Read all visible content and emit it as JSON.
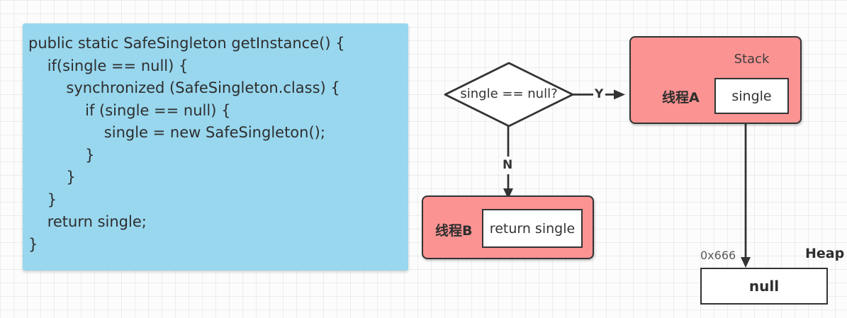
{
  "colors": {
    "grid_line": "rgba(0,0,0,0.06)",
    "code_panel_bg": "#98D7EE",
    "thread_box_bg": "#FC9393",
    "stroke_dark": "#333333",
    "white_box_bg": "#FFFFFF",
    "address_text": "#5A5A5A"
  },
  "code_panel": {
    "lines": [
      "public static SafeSingleton getInstance() {",
      "    if(single == null) {",
      "        synchronized (SafeSingleton.class) {",
      "            if (single == null) {",
      "                single = new SafeSingleton();",
      "            }",
      "        }",
      "    }",
      "    return single;",
      "}"
    ]
  },
  "flowchart": {
    "decision": {
      "label": "single == null?",
      "yes_label": "Y",
      "no_label": "N"
    },
    "thread_a": {
      "title": "线程A",
      "region_label": "Stack",
      "stack_var": "single"
    },
    "thread_b": {
      "title": "线程B",
      "action": "return single"
    },
    "heap": {
      "region_label": "Heap",
      "address": "0x666",
      "value": "null"
    }
  }
}
